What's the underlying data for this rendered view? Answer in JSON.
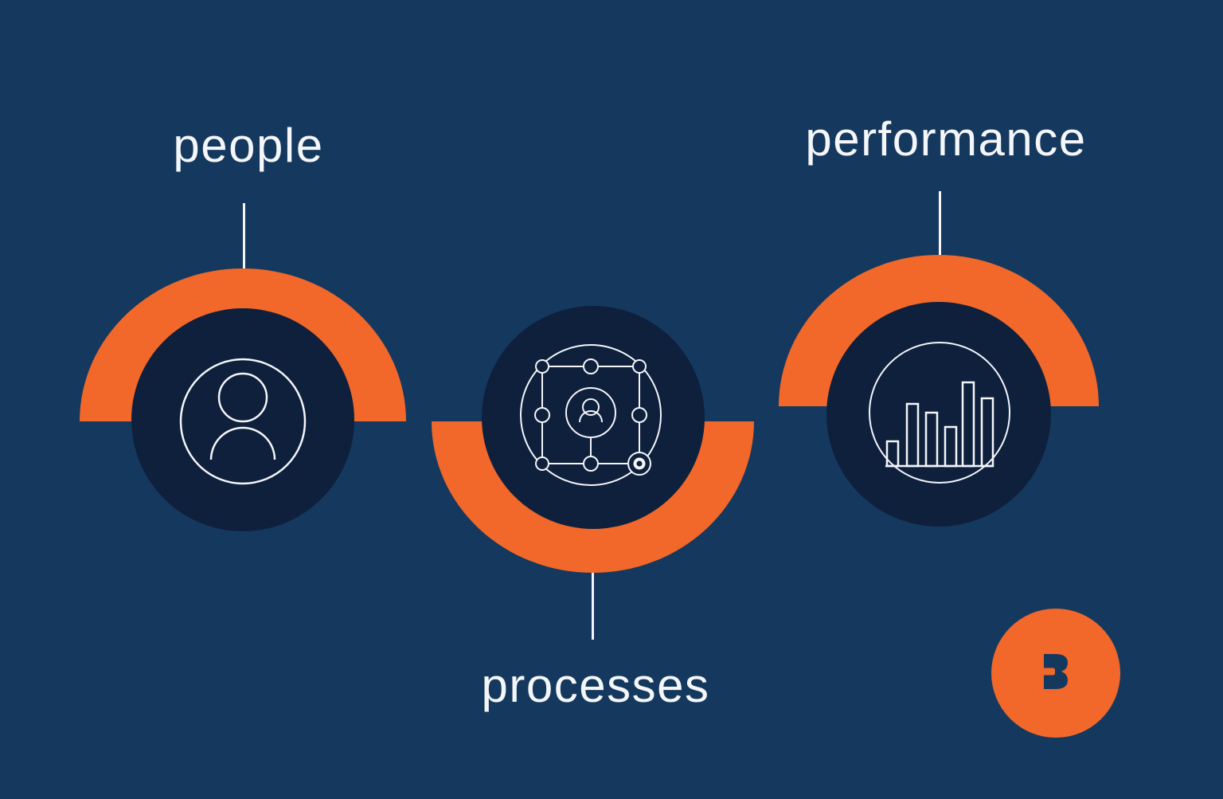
{
  "groups": [
    {
      "id": "people",
      "label": "people",
      "icon": "person-icon",
      "arc_position": "top"
    },
    {
      "id": "processes",
      "label": "processes",
      "icon": "process-network-icon",
      "arc_position": "bottom"
    },
    {
      "id": "performance",
      "label": "performance",
      "icon": "bar-chart-icon",
      "arc_position": "top"
    }
  ],
  "logo": {
    "letter": "B",
    "shape": "circle"
  },
  "colors": {
    "background": "#15395e",
    "disc": "#0f203d",
    "accent_orange": "#f1682a",
    "foreground": "#f4f6f9"
  }
}
